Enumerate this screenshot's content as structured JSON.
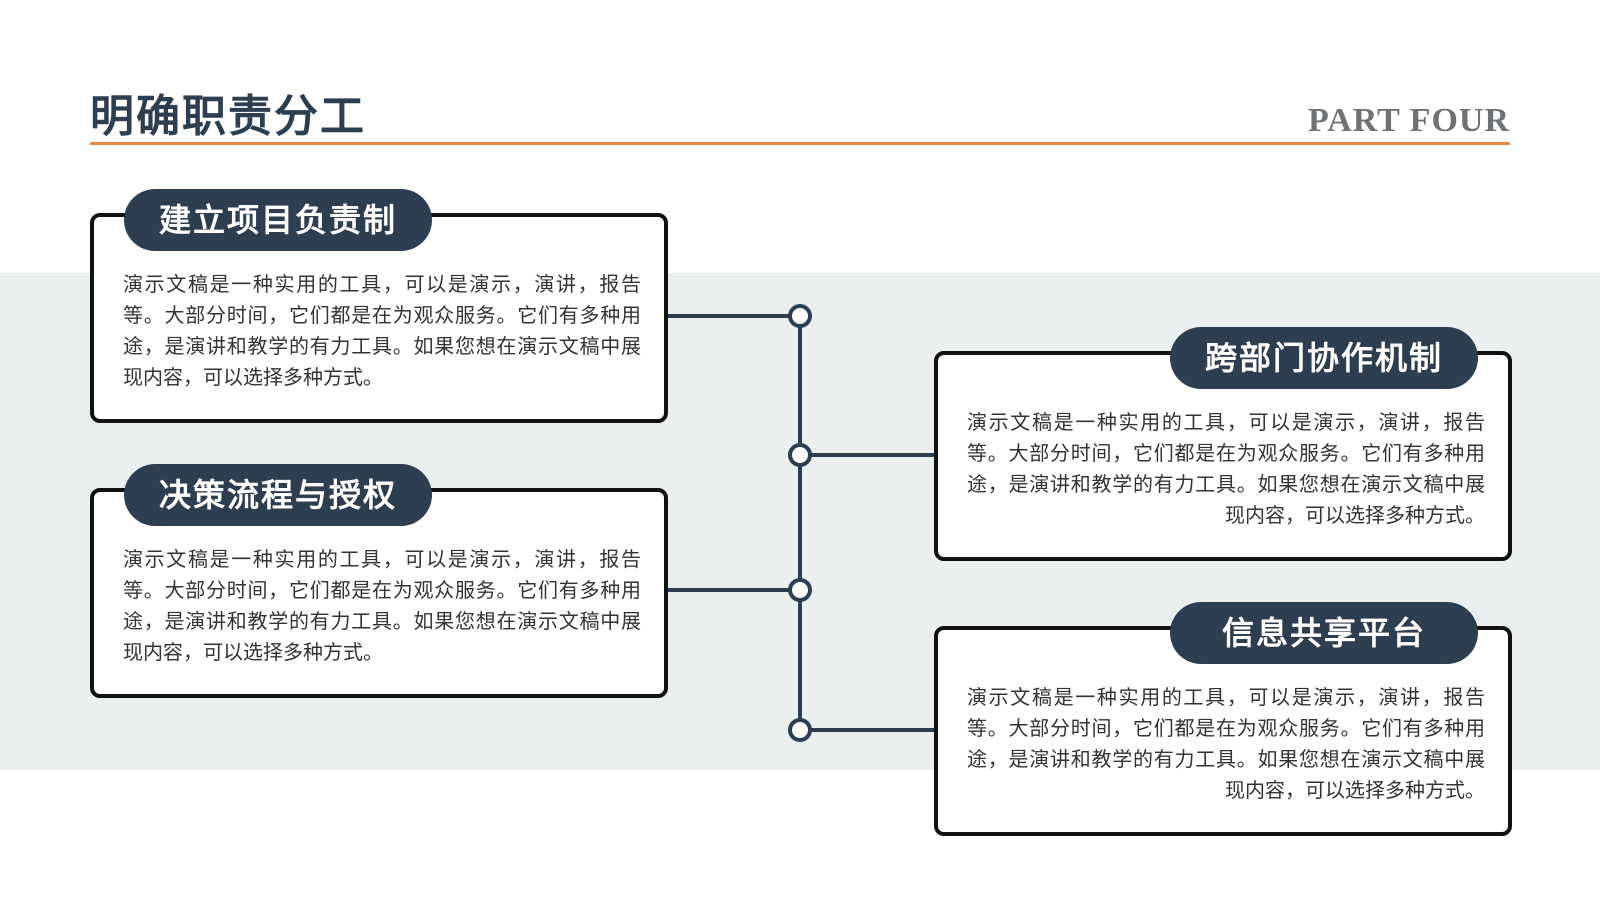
{
  "header": {
    "title": "明确职责分工",
    "part_label": "PART FOUR"
  },
  "colors": {
    "accent": "#e8893b",
    "primary": "#2d3e50",
    "band": "#eceff0"
  },
  "cards": [
    {
      "title": "建立项目负责制",
      "body": "演示文稿是一种实用的工具，可以是演示，演讲，报告等。大部分时间，它们都是在为观众服务。它们有多种用途，是演讲和教学的有力工具。如果您想在演示文稿中展现内容，可以选择多种方式。"
    },
    {
      "title": "决策流程与授权",
      "body": "演示文稿是一种实用的工具，可以是演示，演讲，报告等。大部分时间，它们都是在为观众服务。它们有多种用途，是演讲和教学的有力工具。如果您想在演示文稿中展现内容，可以选择多种方式。"
    },
    {
      "title": "跨部门协作机制",
      "body": "演示文稿是一种实用的工具，可以是演示，演讲，报告等。大部分时间，它们都是在为观众服务。它们有多种用途，是演讲和教学的有力工具。如果您想在演示文稿中展现内容，可以选择多种方式。"
    },
    {
      "title": "信息共享平台",
      "body": "演示文稿是一种实用的工具，可以是演示，演讲，报告等。大部分时间，它们都是在为观众服务。它们有多种用途，是演讲和教学的有力工具。如果您想在演示文稿中展现内容，可以选择多种方式。"
    }
  ]
}
